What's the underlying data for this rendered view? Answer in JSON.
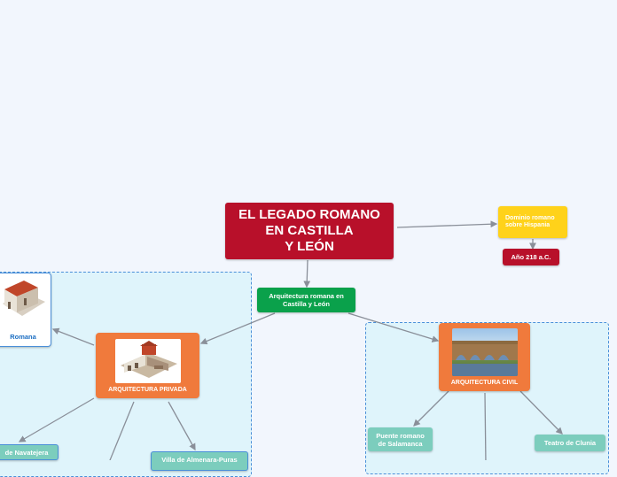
{
  "main_topic": {
    "line1": "EL LEGADO ROMANO",
    "line2": "EN CASTILLA",
    "line3": "Y LEÓN"
  },
  "arquitectura": {
    "label": "Arquitectura romana en Castilla y León"
  },
  "dominio": {
    "label": "Dominio romano sobre Hispania"
  },
  "anio": {
    "label": "Año 218 a.C."
  },
  "privada": {
    "label": "ARQUITECTURA PRIVADA",
    "image_icon": "roman-villa-model-icon"
  },
  "civil": {
    "label": "ARQUITECTURA CIVIL",
    "image_icon": "roman-bridge-photo-icon"
  },
  "romana": {
    "label": "Romana"
  },
  "navatejera": {
    "label": "de Navatejera"
  },
  "villa_partial": {
    "label": "Villa de Almenara-Puras"
  },
  "puente": {
    "label": "Puente romano de Salamanca"
  },
  "teatro": {
    "label": "Teatro de Clunia"
  },
  "colors": {
    "main": "#b8102a",
    "green": "#0aa14b",
    "yellow": "#ffd21a",
    "teal": "#7ccdbd",
    "orange": "#f07a3c",
    "connector": "#8a8f99"
  }
}
